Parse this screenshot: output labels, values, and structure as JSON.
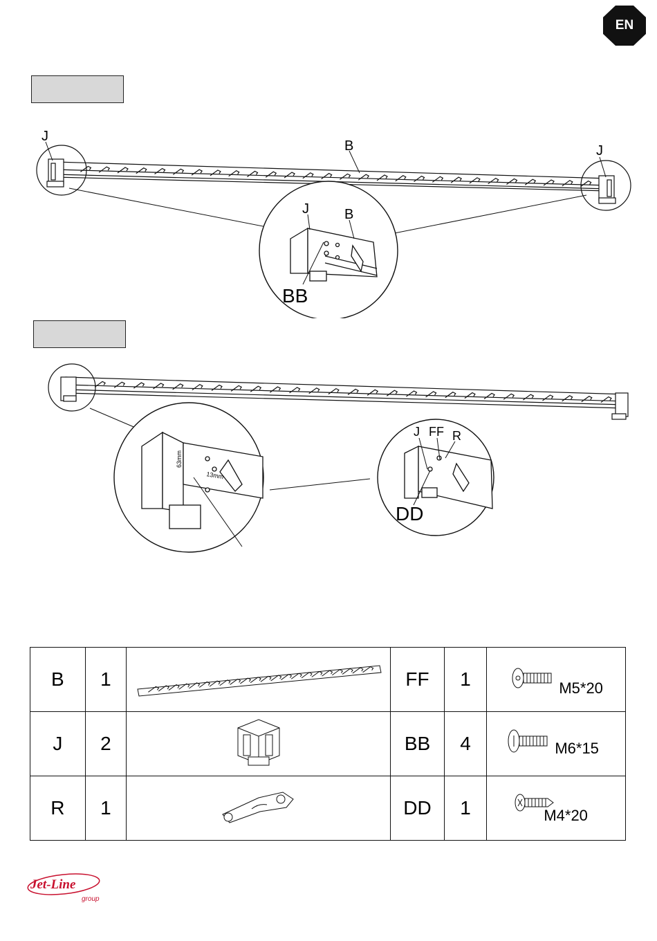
{
  "language_badge": "EN",
  "step1": {
    "labels": {
      "j_left": "J",
      "b_top": "B",
      "j_right": "J",
      "j_zoom": "J",
      "b_zoom": "B",
      "bb_zoom": "BB"
    }
  },
  "step2": {
    "labels": {
      "dim_63": "63mm",
      "dim_13": "13mm",
      "j": "J",
      "ff": "FF",
      "r": "R",
      "dd": "DD"
    }
  },
  "parts": [
    {
      "code": "B",
      "qty": "1",
      "code2": "FF",
      "qty2": "1",
      "size": "M5*20"
    },
    {
      "code": "J",
      "qty": "2",
      "code2": "BB",
      "qty2": "4",
      "size": "M6*15"
    },
    {
      "code": "R",
      "qty": "1",
      "code2": "DD",
      "qty2": "1",
      "size": "M4*20"
    }
  ],
  "logo": {
    "name": "Jet-Line",
    "tagline": "group",
    "color": "#c8102e"
  }
}
